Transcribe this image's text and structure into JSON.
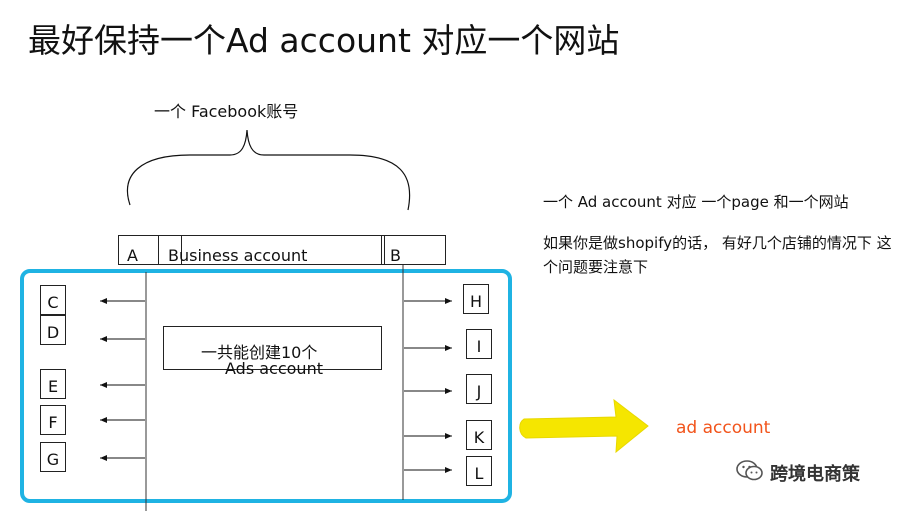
{
  "title": "最好保持一个Ad account 对应一个网站",
  "facebook_label": "一个 Facebook账号",
  "bm_bar": {
    "left": "A",
    "center": "Business account",
    "right": "B"
  },
  "left_boxes": [
    "C",
    "D",
    "E",
    "F",
    "G"
  ],
  "right_boxes": [
    "H",
    "I",
    "J",
    "K",
    "L"
  ],
  "center_box": {
    "line1": "一共能创建10个",
    "line2": "Ads account"
  },
  "notes": {
    "line1": "一个 Ad account 对应 一个page 和一个网站",
    "line2": "如果你是做shopify的话， 有好几个店铺的情况下 这个问题要注意下"
  },
  "ad_account_label": "ad account",
  "watermark": "跨境电商策",
  "colors": {
    "frame": "#1fb3e3",
    "arrow_yellow": "#f5e600",
    "label_orange": "#f2541b"
  }
}
